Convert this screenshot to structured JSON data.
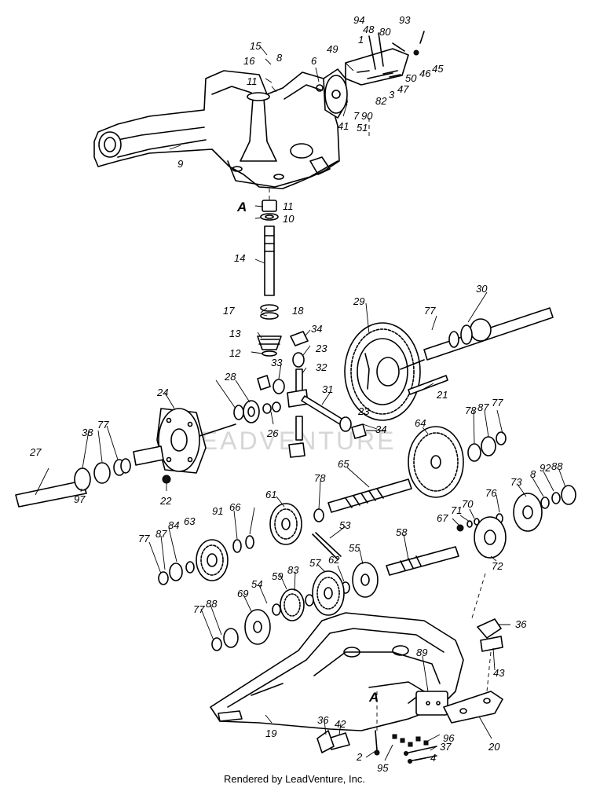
{
  "diagram": {
    "labels": [
      "15",
      "8",
      "16",
      "11",
      "6",
      "94",
      "48",
      "93",
      "1",
      "80",
      "49",
      "45",
      "46",
      "50",
      "47",
      "3",
      "82",
      "7",
      "90",
      "51",
      "41",
      "9",
      "A",
      "11",
      "10",
      "14",
      "17",
      "18",
      "13",
      "12",
      "34",
      "23",
      "32",
      "33",
      "30",
      "77",
      "29",
      "31",
      "21",
      "28",
      "24",
      "26",
      "23",
      "34",
      "64",
      "78",
      "87",
      "77",
      "38",
      "77",
      "27",
      "97",
      "22",
      "65",
      "61",
      "66",
      "91",
      "78",
      "71",
      "70",
      "67",
      "76",
      "73",
      "8",
      "92",
      "88",
      "53",
      "63",
      "84",
      "87",
      "77",
      "58",
      "62",
      "55",
      "72",
      "57",
      "59",
      "83",
      "54",
      "69",
      "88",
      "77",
      "36",
      "89",
      "43",
      "A",
      "36",
      "42",
      "19",
      "20",
      "96",
      "37",
      "4",
      "2",
      "95"
    ],
    "watermark": "LEADVENTURE"
  },
  "footer": {
    "text": "Rendered by LeadVenture, Inc."
  }
}
